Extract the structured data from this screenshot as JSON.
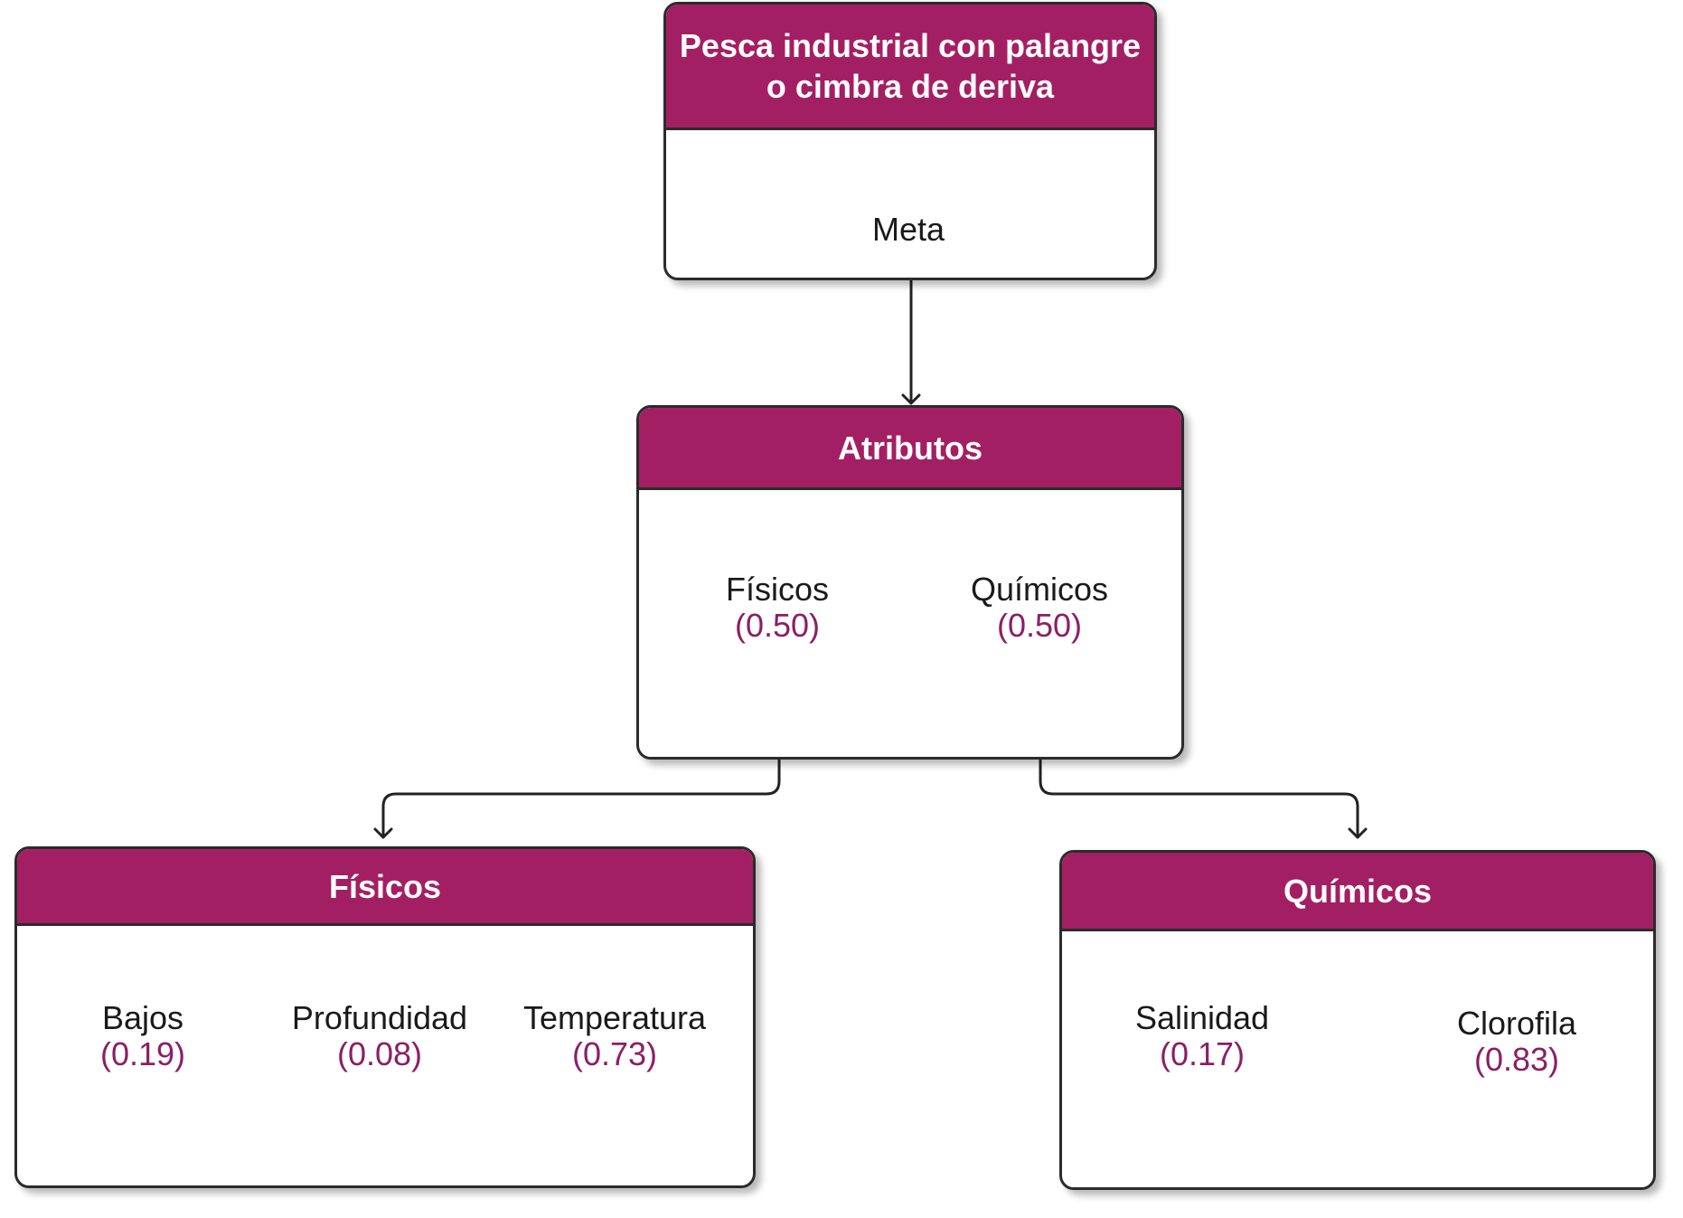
{
  "colors": {
    "header_fill": "#a31f63",
    "border": "#2b2b2b",
    "weight_text": "#8a1f66",
    "connector": "#222222"
  },
  "root": {
    "title_line1": "Pesca industrial con palangre",
    "title_line2": "o cimbra de deriva",
    "goal_label": "Meta"
  },
  "atributos": {
    "title": "Atributos",
    "items": [
      {
        "label": "Físicos",
        "weight": "(0.50)"
      },
      {
        "label": "Químicos",
        "weight": "(0.50)"
      }
    ]
  },
  "fisicos": {
    "title": "Físicos",
    "items": [
      {
        "label": "Bajos",
        "weight": "(0.19)"
      },
      {
        "label": "Profundidad",
        "weight": "(0.08)"
      },
      {
        "label": "Temperatura",
        "weight": "(0.73)"
      }
    ]
  },
  "quimicos": {
    "title": "Químicos",
    "items": [
      {
        "label": "Salinidad",
        "weight": "(0.17)"
      },
      {
        "label": "Clorofila",
        "weight": "(0.83)"
      }
    ]
  }
}
